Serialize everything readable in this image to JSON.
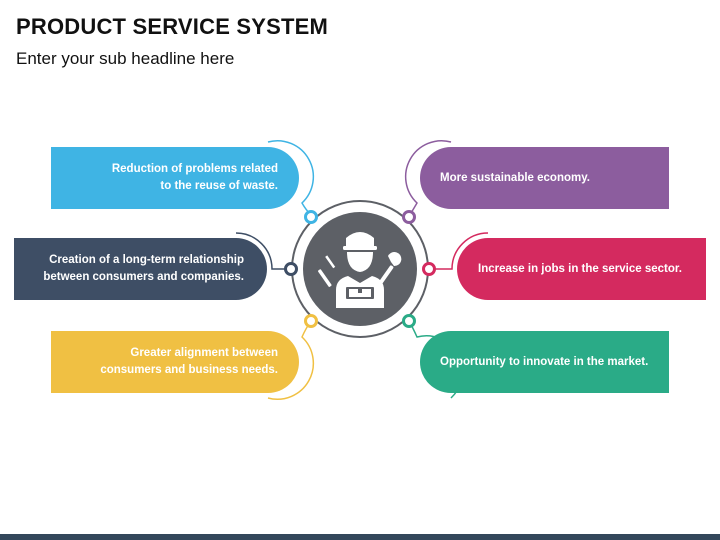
{
  "header": {
    "title": "PRODUCT SERVICE SYSTEM",
    "subtitle": "Enter your sub headline here"
  },
  "center": {
    "icon": "mechanic-with-wrench-icon",
    "hub_color": "#5d6066",
    "ring_color": "#5d6066"
  },
  "items": [
    {
      "id": "reduction",
      "text_line1": "Reduction of problems related",
      "text_line2": "to the reuse of waste.",
      "color": "#3fb4e4"
    },
    {
      "id": "relationship",
      "text_line1": "Creation of a long-term relationship",
      "text_line2": "between consumers and companies.",
      "color": "#3e4e65"
    },
    {
      "id": "alignment",
      "text_line1": "Greater alignment between",
      "text_line2": "consumers and business needs.",
      "color": "#f0c043"
    },
    {
      "id": "sustainable",
      "text_line1": "More sustainable economy.",
      "color": "#8c5d9e"
    },
    {
      "id": "jobs",
      "text_line1": "Increase in jobs in the service sector.",
      "color": "#d42a5f"
    },
    {
      "id": "innovate",
      "text_line1": "Opportunity to innovate in the market.",
      "color": "#2aab87"
    }
  ],
  "footer": {
    "bar_color": "#33475b"
  }
}
